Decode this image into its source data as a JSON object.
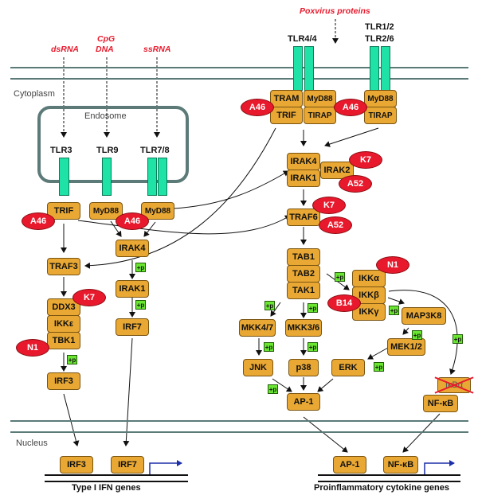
{
  "ligands": {
    "dsrna": "dsRNA",
    "cpg_line1": "CpG",
    "cpg_line2": "DNA",
    "ssrna": "ssRNA",
    "poxvirus": "Poxvirus proteins"
  },
  "compartments": {
    "cytoplasm": "Cytoplasm",
    "endosome": "Endosome",
    "nucleus": "Nucleus"
  },
  "receptors": {
    "tlr3": "TLR3",
    "tlr9": "TLR9",
    "tlr78": "TLR7/8",
    "tlr44": "TLR4/4",
    "tlr12_line1": "TLR1/2",
    "tlr12_line2": "TLR2/6"
  },
  "adaptors": {
    "trif_endo": "TRIF",
    "myd88_tlr9": "MyD88",
    "myd88_tlr78": "MyD88",
    "tram": "TRAM",
    "trif_tlr4": "TRIF",
    "myd88_tlr4": "MyD88",
    "tirap_tlr4": "TIRAP",
    "myd88_tlr2": "MyD88",
    "tirap_tlr2": "TIRAP"
  },
  "kinases": {
    "irak4_left": "IRAK4",
    "irak1_left": "IRAK1",
    "irf7": "IRF7",
    "traf3": "TRAF3",
    "ddx3": "DDX3",
    "ikke": "IKKε",
    "tbk1": "TBK1",
    "irf3": "IRF3",
    "irak4_right": "IRAK4",
    "irak1_right": "IRAK1",
    "irak2": "IRAK2",
    "traf6": "TRAF6",
    "tab1": "TAB1",
    "tab2": "TAB2",
    "tak1": "TAK1",
    "ikka": "IKKα",
    "ikkb": "IKKβ",
    "ikkg": "IKKγ",
    "map3k8": "MAP3K8",
    "mek12": "MEK1/2",
    "erk": "ERK",
    "mkk47": "MKK4/7",
    "mkk36": "MKK3/6",
    "jnk": "JNK",
    "p38": "p38",
    "ap1": "AP-1",
    "ikba": "IκBα",
    "nfkb": "NF-κB"
  },
  "inhibitors": {
    "a46_trif": "A46",
    "a46_myd88": "A46",
    "a46_tlr4": "A46",
    "a46_tlr2": "A46",
    "k7_irak": "K7",
    "a52_irak": "A52",
    "k7_traf6": "K7",
    "a52_traf6": "A52",
    "k7_ddx3": "K7",
    "n1_tbk1": "N1",
    "n1_ikk": "N1",
    "b14_ikk": "B14"
  },
  "phosphorylation_label": "+p",
  "nucleus": {
    "irf3": "IRF3",
    "irf7": "IRF7",
    "ap1": "AP-1",
    "nfkb": "NF-κB",
    "ifn_genes": "Type I IFN genes",
    "cytokine_genes": "Proinflammatory cytokine genes"
  },
  "colors": {
    "protein": "#e9a833",
    "inhibitor": "#e8192c",
    "receptor": "#1fe2a6",
    "phosphorylation": "#6ae632",
    "membrane": "#5b7a78",
    "transcription_arrow": "#1c2fa8"
  }
}
